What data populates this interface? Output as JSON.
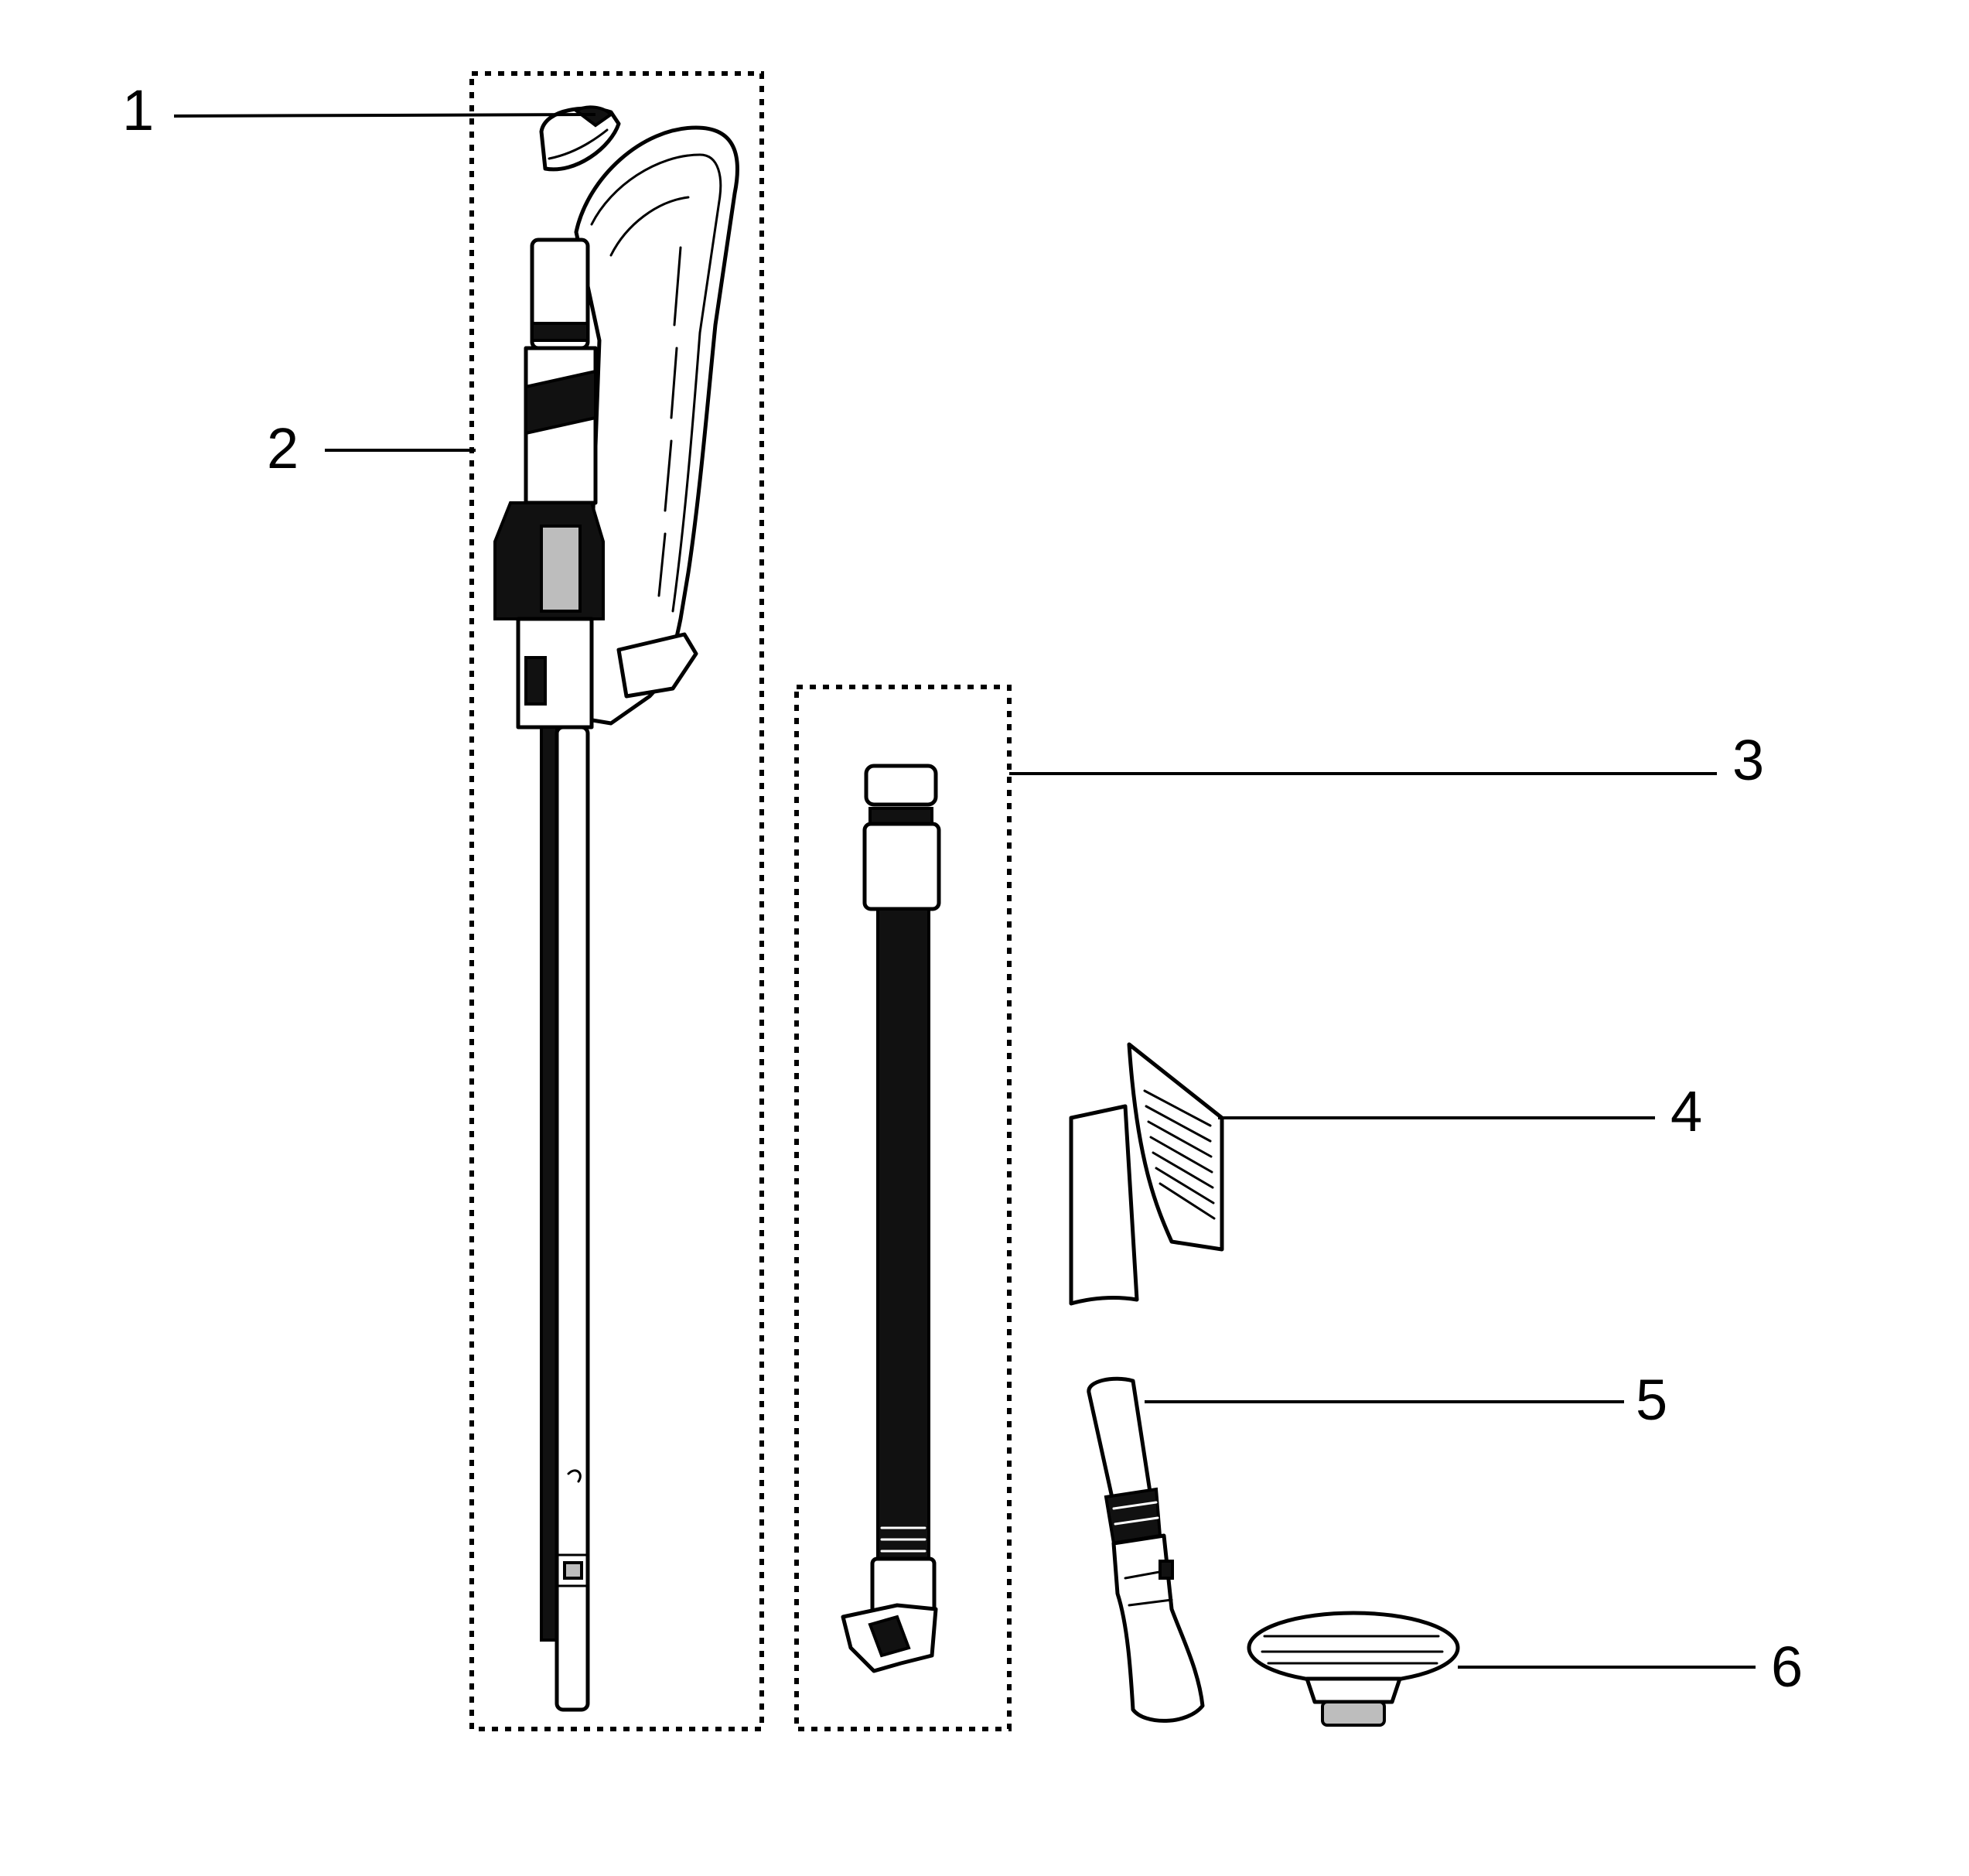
{
  "parts": [
    {
      "number": "1",
      "icon": "handle-cap-icon"
    },
    {
      "number": "2",
      "icon": "handle-wand-assembly-icon"
    },
    {
      "number": "3",
      "icon": "hose-assembly-icon"
    },
    {
      "number": "4",
      "icon": "filter-label-icon"
    },
    {
      "number": "5",
      "icon": "dusting-brush-icon"
    },
    {
      "number": "6",
      "icon": "upholstery-tool-icon"
    }
  ]
}
